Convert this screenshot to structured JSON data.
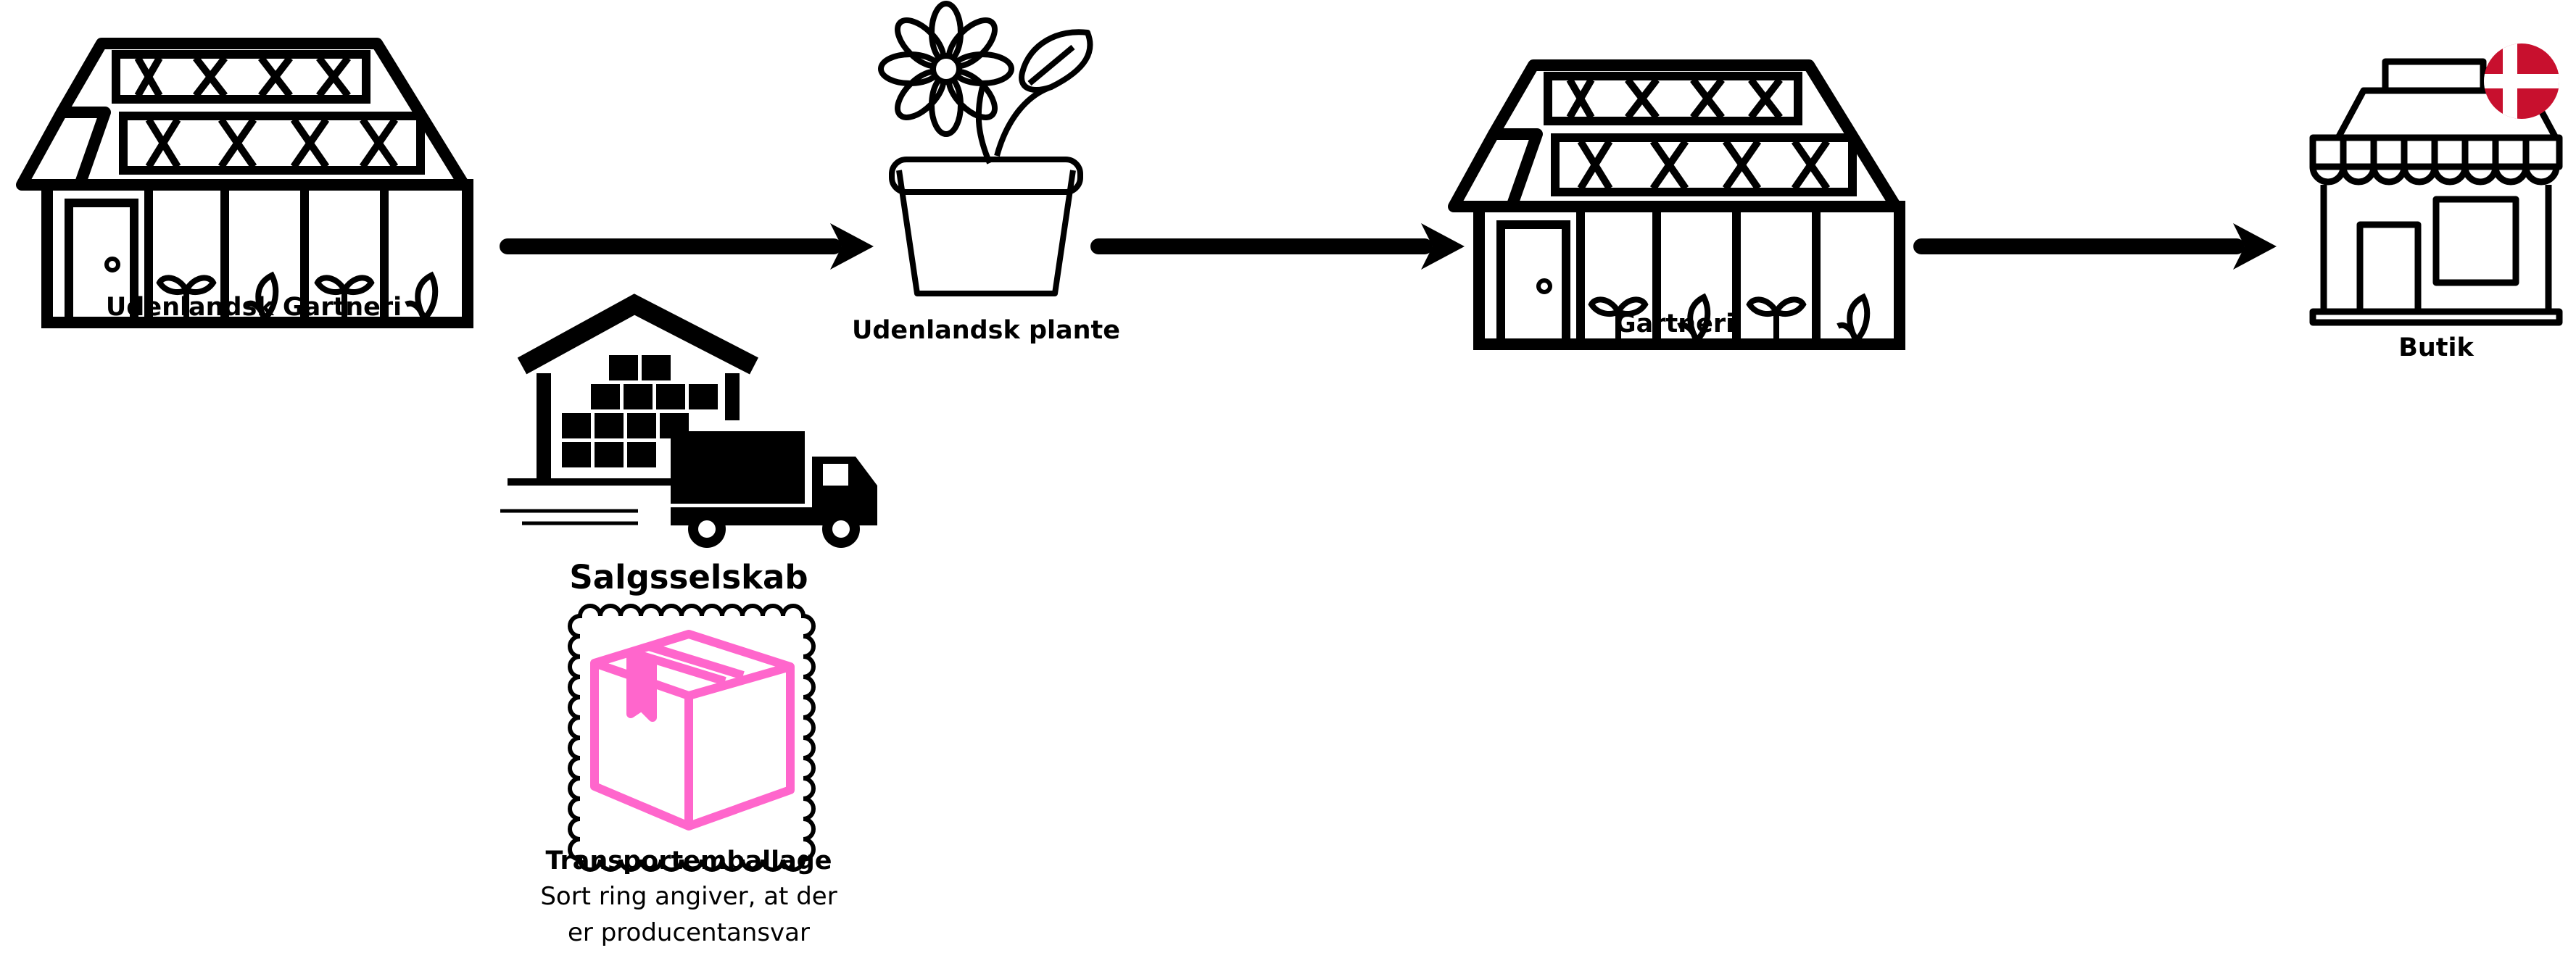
{
  "nodes": {
    "foreign_nursery": {
      "label": "Udenlandsk Gartneri",
      "icon": "greenhouse-icon"
    },
    "foreign_plant": {
      "label": "Udenlandsk plante",
      "icon": "potted-flower-icon"
    },
    "nursery": {
      "label": "Gartneri",
      "icon": "greenhouse-icon"
    },
    "shop": {
      "label": "Butik",
      "icon": "shop-icon",
      "flag_icon": "denmark-flag-icon"
    },
    "sales_company": {
      "label": "Salgsselskab",
      "icon": "warehouse-truck-icon"
    },
    "packaging": {
      "label": "Transportemballage",
      "icon": "package-box-icon",
      "description": [
        "Sort ring angiver, at der",
        "er producentansvar"
      ]
    }
  },
  "colors": {
    "ink": "#000000",
    "package": "#ff66cc",
    "flag_red": "#c8102e",
    "flag_white": "#ffffff"
  }
}
